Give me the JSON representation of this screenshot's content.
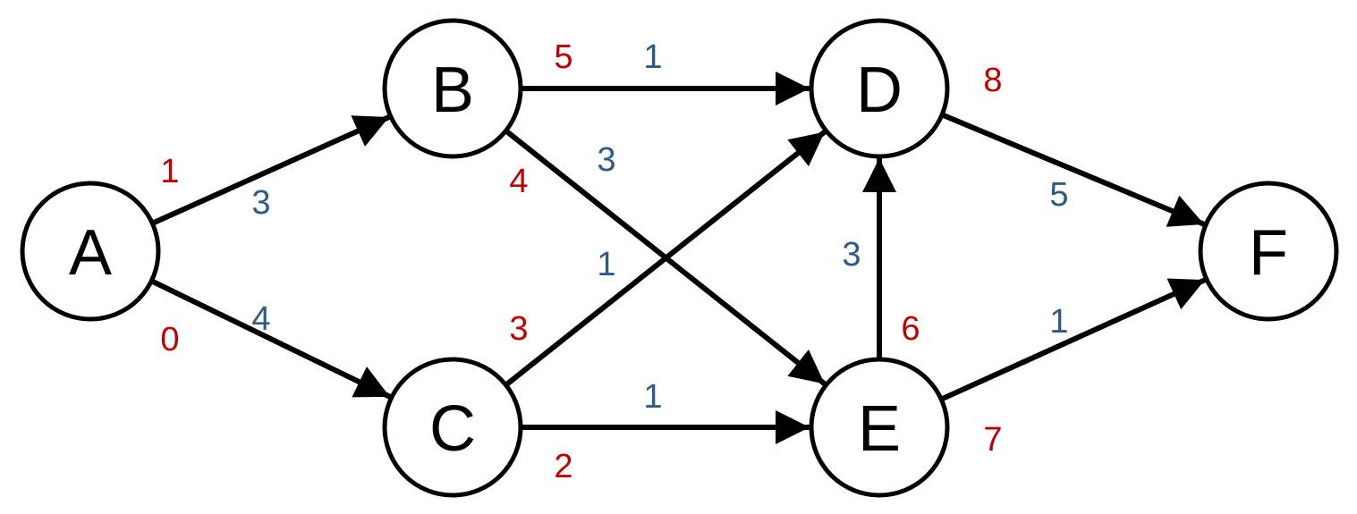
{
  "colors": {
    "blue_label": "#2e5a87",
    "red_label": "#c00000",
    "stroke": "#000000"
  },
  "nodes": [
    {
      "id": "A",
      "label": "A"
    },
    {
      "id": "B",
      "label": "B"
    },
    {
      "id": "C",
      "label": "C"
    },
    {
      "id": "D",
      "label": "D"
    },
    {
      "id": "E",
      "label": "E"
    },
    {
      "id": "F",
      "label": "F"
    }
  ],
  "edges": [
    {
      "id": "A-B",
      "from": "A",
      "to": "B",
      "weight": "3"
    },
    {
      "id": "A-C",
      "from": "A",
      "to": "C",
      "weight": "4"
    },
    {
      "id": "B-D",
      "from": "B",
      "to": "D",
      "weight": "1"
    },
    {
      "id": "B-E",
      "from": "B",
      "to": "E",
      "weight": "3"
    },
    {
      "id": "C-D",
      "from": "C",
      "to": "D",
      "weight": "1"
    },
    {
      "id": "C-E",
      "from": "C",
      "to": "E",
      "weight": "1"
    },
    {
      "id": "E-D",
      "from": "E",
      "to": "D",
      "weight": "3"
    },
    {
      "id": "D-F",
      "from": "D",
      "to": "F",
      "weight": "5"
    },
    {
      "id": "E-F",
      "from": "E",
      "to": "F",
      "weight": "1"
    }
  ],
  "red_numbers": [
    {
      "id": "red-1",
      "text": "1"
    },
    {
      "id": "red-0",
      "text": "0"
    },
    {
      "id": "red-5",
      "text": "5"
    },
    {
      "id": "red-4",
      "text": "4"
    },
    {
      "id": "red-3",
      "text": "3"
    },
    {
      "id": "red-2",
      "text": "2"
    },
    {
      "id": "red-8",
      "text": "8"
    },
    {
      "id": "red-6",
      "text": "6"
    },
    {
      "id": "red-7",
      "text": "7"
    }
  ]
}
